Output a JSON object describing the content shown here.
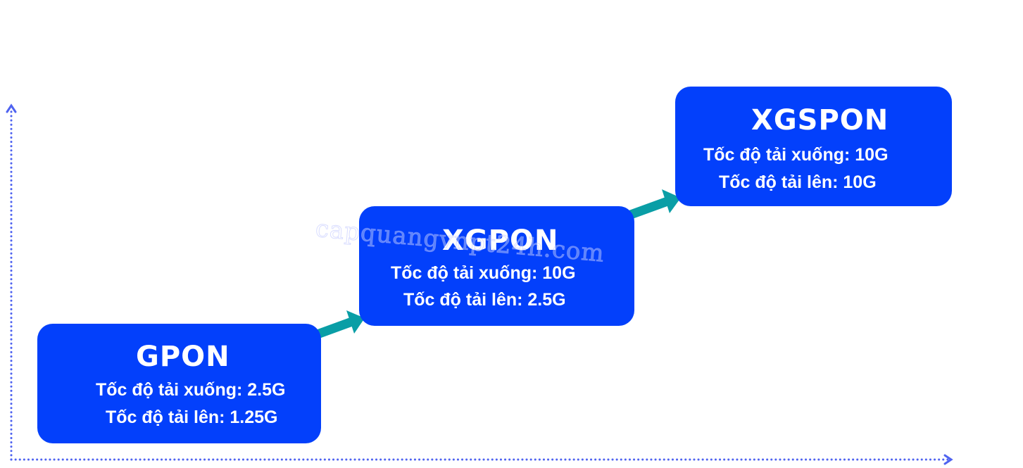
{
  "diagram": {
    "stages": [
      {
        "name": "GPON",
        "download": "Tốc độ tải xuống: 2.5G",
        "upload": "Tốc độ tải lên: 1.25G"
      },
      {
        "name": "XGPON",
        "download": "Tốc độ tải xuống: 10G",
        "upload": "Tốc độ tải lên: 2.5G"
      },
      {
        "name": "XGSPON",
        "download": "Tốc độ tải xuống: 10G",
        "upload": "Tốc độ tải lên: 10G"
      }
    ],
    "watermark": "capquangvnpt24h.com",
    "colors": {
      "box_fill": "#0340fb",
      "box_text": "#ffffff",
      "arrow": "#0a9ea6",
      "axis": "#4f63f0"
    }
  }
}
